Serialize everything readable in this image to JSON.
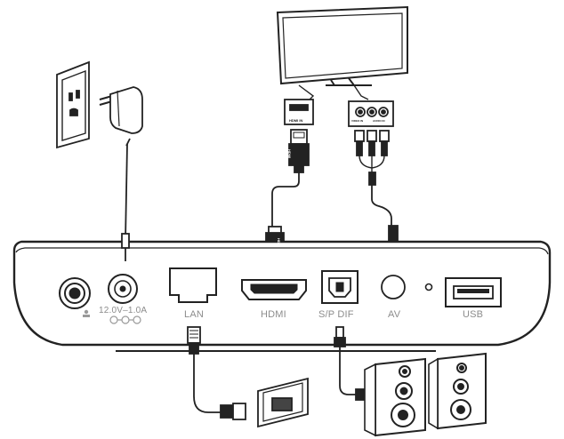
{
  "ports": {
    "power_rating": "12.0V–1.0A",
    "lan": "LAN",
    "hdmi": "HDMI",
    "spdif": "S/P DIF",
    "av": "AV",
    "usb": "USB"
  },
  "tv_inputs": {
    "hdmi_in": "HDMI IN",
    "video_in": "VIDEO IN",
    "audio_in": "AUDIO IN"
  },
  "cable_labels": {
    "hdmi_plug": "HDMI",
    "hdmi_connector": "HDMI"
  },
  "icons": [
    "wall-outlet-icon",
    "power-adapter-icon",
    "tv-icon",
    "lan-wall-socket-icon",
    "speakers-icon"
  ]
}
